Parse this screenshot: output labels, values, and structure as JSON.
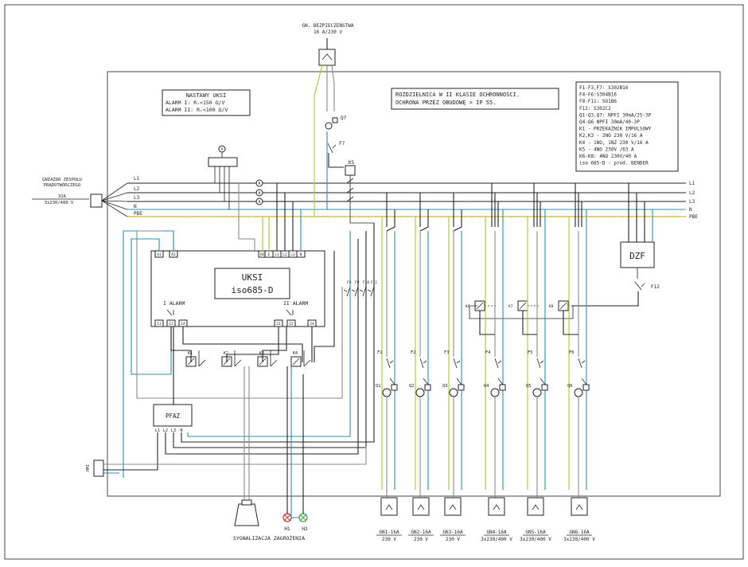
{
  "title_note": {
    "line1": "ROZDZIELNICA   W II KLASIE OCHRONNOŚCI.",
    "line2": "OCHRONA PRZEZ OBUDOWĘ  > IP 55."
  },
  "settings_box": {
    "title": "NASTAWY UKSI",
    "alarm1": "ALARM I: Rᵢ<150 Ω/V",
    "alarm2": "ALARM II: Rᵢ<100 Ω/V"
  },
  "legend": [
    "F1-F3,F7: S302B16",
    "F4-F6:S304B16",
    "F8-F11: SO1B6",
    "F12: S302C2",
    "Q1-Q3,Q7: NPFI 30mA/25-3P",
    "Q4-Q6 NPFI 30mA/40-3P",
    "K1 - PRZEKAŹNIK IMPULSOWY",
    "K2,K3 - 2NO 230 V/16 A",
    "K4 - 1NO, 1NZ 230 V/16 A",
    "K5 - 4NO 230V /63 A",
    "K6-K8: 4NO 230V/40 A",
    "iso 685-D - prod. BENDER"
  ],
  "top_socket": {
    "line1": "GN. BEZPIECZEŃSTWA",
    "line2": "16 A/230 V"
  },
  "generator_socket": {
    "line1": "GNIAZDO ZESPOŁU",
    "line2": "PRĄDOTWÓRCZEGO",
    "line3": "32A",
    "line4": "3x230/400 V"
  },
  "buses": [
    "L1",
    "L2",
    "L3",
    "N",
    "PBE"
  ],
  "uksi": {
    "name1": "UKSI",
    "name2": "iso685-D",
    "alarm1": "I ALARM",
    "alarm2": "II ALARM",
    "terminals_top": [
      "A1",
      "A2",
      "KE",
      "E",
      "L1",
      "L2",
      "L3",
      "N"
    ],
    "terminals_bottom": [
      "11",
      "12",
      "14",
      "21",
      "22",
      "24"
    ]
  },
  "relays": [
    "K1",
    "K2",
    "K3",
    "K4",
    "K5",
    "K6",
    "K7",
    "K8"
  ],
  "fuses": [
    "F1",
    "F2",
    "F3",
    "F4",
    "F5",
    "F6",
    "F7",
    "F8",
    "F9",
    "F10",
    "F11",
    "F12"
  ],
  "rcds": [
    "Q1",
    "Q2",
    "Q3",
    "Q4",
    "Q5",
    "Q6",
    "Q7"
  ],
  "pfaz": {
    "name": "PFAZ",
    "terminals": [
      "L1",
      "L2",
      "L3",
      "N"
    ]
  },
  "dzf": "DZF",
  "hmi_label": "HMI",
  "outputs": [
    {
      "name": "GN1-16A",
      "rating": "230 V"
    },
    {
      "name": "GN2-16A",
      "rating": "230 V"
    },
    {
      "name": "GN3-16A",
      "rating": "230 V"
    },
    {
      "name": "GN4-16A",
      "rating": "3x230/400 V"
    },
    {
      "name": "GN5-16A",
      "rating": "3x230/400 V"
    },
    {
      "name": "GN6-16A",
      "rating": "3x230/400 V"
    }
  ],
  "signal": {
    "label": "SYGNALIZACJA ZAGROŻENIA",
    "h1": "H1",
    "h2": "H2"
  },
  "meters": [
    "A",
    "A",
    "A",
    "V"
  ],
  "colors": {
    "wire_black": "#222222",
    "wire_gray": "#8a8a8a",
    "wire_blue": "#2a8fb0",
    "pe_green": "#b9c83a",
    "pe_yellow": "#e0b43a"
  }
}
